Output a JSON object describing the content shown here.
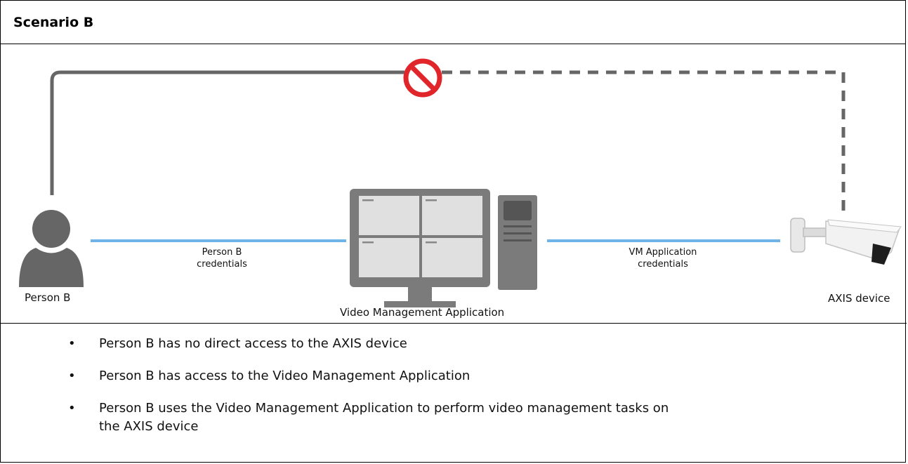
{
  "header": {
    "title": "Scenario B"
  },
  "diagram": {
    "nodes": {
      "person": {
        "label": "Person B"
      },
      "vma": {
        "label": "Video Management Application"
      },
      "device": {
        "label": "AXIS device"
      }
    },
    "edges": {
      "person_to_vma": {
        "label_line1": "Person B",
        "label_line2": "credentials"
      },
      "vma_to_device": {
        "label_line1": "VM Application",
        "label_line2": "credentials"
      }
    },
    "colors": {
      "link": "#6fb4e8",
      "path": "#666666",
      "prohibited": "#e0252b"
    },
    "icons": [
      "person-icon",
      "computer-workstation-icon",
      "security-camera-icon",
      "prohibited-icon"
    ]
  },
  "bullets": {
    "items": [
      {
        "bullet": "•",
        "text": "Person B has no direct access to the AXIS device"
      },
      {
        "bullet": "•",
        "text": "Person B has access to the Video Management Application"
      },
      {
        "bullet": "•",
        "text": "Person B uses the Video Management Application to perform video management tasks on the AXIS device"
      }
    ]
  }
}
